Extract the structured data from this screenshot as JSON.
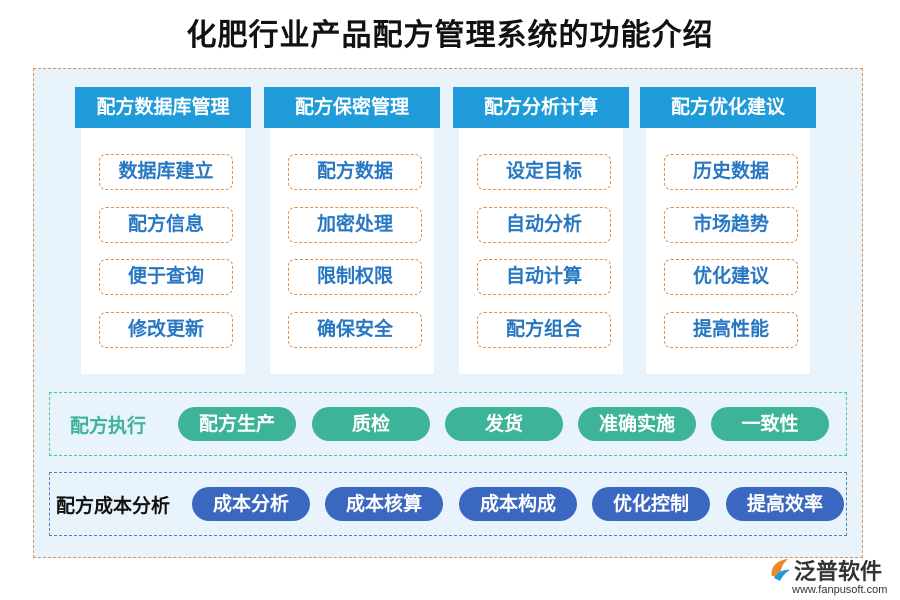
{
  "title": "化肥行业产品配方管理系统的功能介绍",
  "columns": [
    {
      "heading": "配方数据库管理",
      "items": [
        "数据库建立",
        "配方信息",
        "便于查询",
        "修改更新"
      ]
    },
    {
      "heading": "配方保密管理",
      "items": [
        "配方数据",
        "加密处理",
        "限制权限",
        "确保安全"
      ]
    },
    {
      "heading": "配方分析计算",
      "items": [
        "设定目标",
        "自动分析",
        "自动计算",
        "配方组合"
      ]
    },
    {
      "heading": "配方优化建议",
      "items": [
        "历史数据",
        "市场趋势",
        "优化建议",
        "提高性能"
      ]
    }
  ],
  "execution": {
    "label": "配方执行",
    "items": [
      "配方生产",
      "质检",
      "发货",
      "准确实施",
      "一致性"
    ]
  },
  "cost": {
    "label": "配方成本分析",
    "items": [
      "成本分析",
      "成本核算",
      "成本构成",
      "优化控制",
      "提高效率"
    ]
  },
  "logo": {
    "name": "泛普软件",
    "url": "www.fanpusoft.com"
  },
  "colors": {
    "header_blue": "#1e9bd8",
    "item_text_blue": "#2777c2",
    "dashed_orange": "#e3904a",
    "exec_green": "#3db398",
    "cost_blue": "#3a67c0",
    "panel_bg": "#e8f3fb"
  }
}
